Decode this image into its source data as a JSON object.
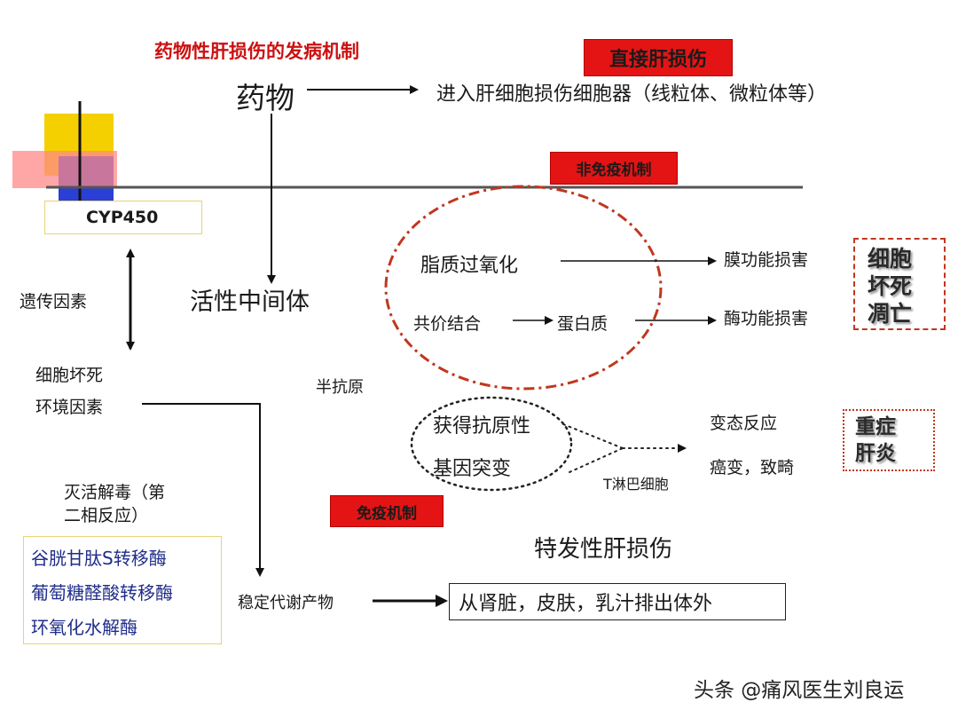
{
  "title": "药物性肝损伤的发病机制",
  "labels": {
    "direct_injury": "直接肝损伤",
    "non_immune": "非免疫机制",
    "immune": "免疫机制",
    "drug": "药物",
    "direct_effect": "进入肝细胞损伤细胞器（线粒体、微粒体等）",
    "cyp450": "CYP450",
    "genetic": "遗传因素",
    "necrosis": "细胞坏死",
    "environment": "环境因素",
    "active_intermediate": "活性中间体",
    "hapten": "半抗原",
    "lipid_peroxidation": "脂质过氧化",
    "covalent_binding": "共价结合",
    "protein": "蛋白质",
    "membrane_damage": "膜功能损害",
    "enzyme_damage": "酶功能损害",
    "cell_death_1": "细胞",
    "cell_death_2": "坏死",
    "cell_death_3": "凋亡",
    "antigenicity": "获得抗原性",
    "mutation": "基因突变",
    "t_lymph": "T淋巴细胞",
    "allergy": "变态反应",
    "cancer": "癌变，致畸",
    "severe_1": "重症",
    "severe_2": "肝炎",
    "detox_1": "灭活解毒（第",
    "detox_2": "二相反应）",
    "enzymes": [
      "谷胱甘肽S转移酶",
      "葡萄糖醛酸转移酶",
      "环氧化水解酶"
    ],
    "idiosyncratic": "特发性肝损伤",
    "stable_metabolite": "稳定代谢产物",
    "excretion": "从肾脏，皮肤，乳汁排出体外",
    "watermark": "头条 @痛风医生刘良运"
  },
  "colors": {
    "accent_red": "#e41414",
    "title_red": "#cc1111",
    "enzyme_blue": "#1f2d8a",
    "dashed_red": "#c0371f",
    "deco_yellow": "#f5d000",
    "deco_blue": "#2a3fd6"
  }
}
